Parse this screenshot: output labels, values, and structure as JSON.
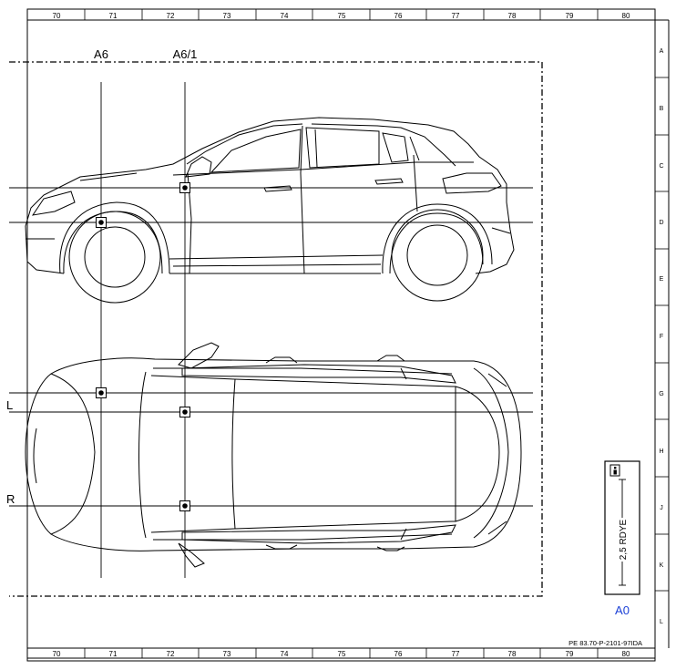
{
  "grid": {
    "columns": [
      "70",
      "71",
      "72",
      "73",
      "74",
      "75",
      "76",
      "77",
      "78",
      "79",
      "80"
    ],
    "rows": [
      "A",
      "B",
      "C",
      "D",
      "E",
      "F",
      "G",
      "H",
      "J",
      "K",
      "L"
    ]
  },
  "section_labels": {
    "left": "A6",
    "right": "A6/1"
  },
  "side_labels": {
    "upper": "L",
    "lower": "R"
  },
  "info_box": {
    "icon": "info-icon",
    "text": "2,5 RDYE"
  },
  "variant_code": "A0",
  "document_ref": "PE 83.70-P-2101-97IDA",
  "colors": {
    "line": "#000000",
    "variant_code": "#1a3fd6"
  }
}
